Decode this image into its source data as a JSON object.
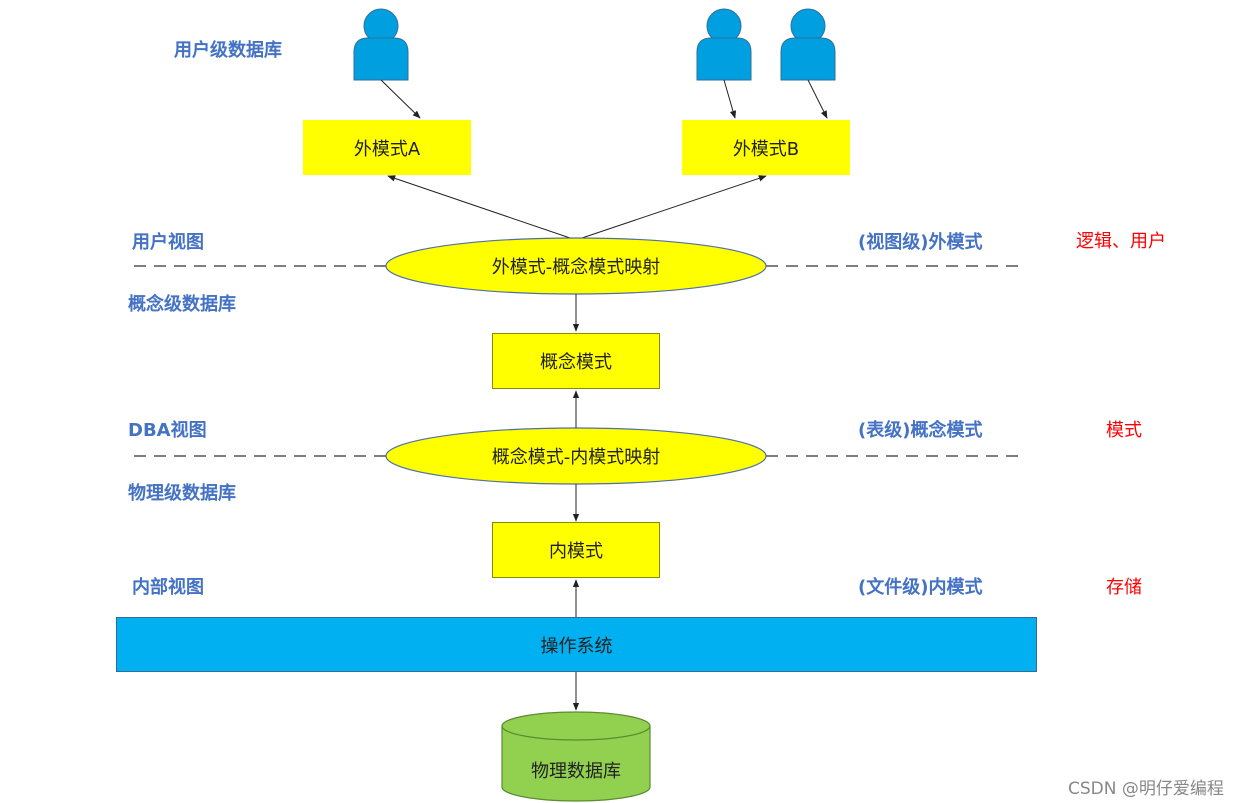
{
  "left_labels": {
    "user_db": "用户级数据库",
    "user_view": "用户视图",
    "concept_db": "概念级数据库",
    "dba_view": "DBA视图",
    "physical_db": "物理级数据库",
    "internal_view": "内部视图"
  },
  "right_labels": {
    "view_level": "(视图级)外模式",
    "table_level": "(表级)概念模式",
    "file_level": "(文件级)内模式"
  },
  "far_right_labels": {
    "logic_user": "逻辑、用户",
    "schema": "模式",
    "storage": "存储"
  },
  "nodes": {
    "external_a": "外模式A",
    "external_b": "外模式B",
    "ext_concept_mapping": "外模式-概念模式映射",
    "concept_schema": "概念模式",
    "concept_internal_mapping": "概念模式-内模式映射",
    "internal_schema": "内模式",
    "os": "操作系统",
    "physical_db": "物理数据库"
  },
  "watermark": "CSDN @明仔爱编程",
  "colors": {
    "label_blue": "#4472c4",
    "label_red": "#ff0000",
    "box_yellow": "#ffff00",
    "user_blue": "#00a0e0",
    "os_blue": "#00b0f0",
    "cylinder_green": "#92d050"
  }
}
